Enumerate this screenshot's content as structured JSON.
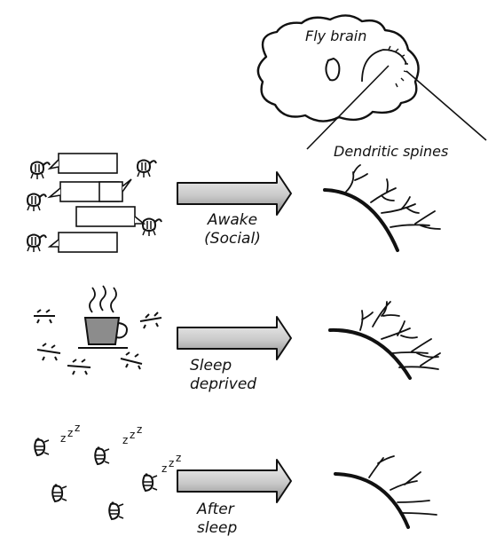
{
  "brain": {
    "title": "Fly brain"
  },
  "spines_label": "Dendritic spines",
  "rows": [
    {
      "id": "awake",
      "label_line1": "Awake",
      "label_line2": "(Social)"
    },
    {
      "id": "sleep-deprived",
      "label_line1": "Sleep",
      "label_line2": "deprived"
    },
    {
      "id": "after-sleep",
      "label_line1": "After",
      "label_line2": "sleep"
    }
  ],
  "sleep_symbol": "z z z",
  "colors": {
    "ink": "#111111",
    "arrow_light": "#eeeeee",
    "arrow_dark": "#8a8a8a",
    "cup": "#8c8c8c"
  }
}
